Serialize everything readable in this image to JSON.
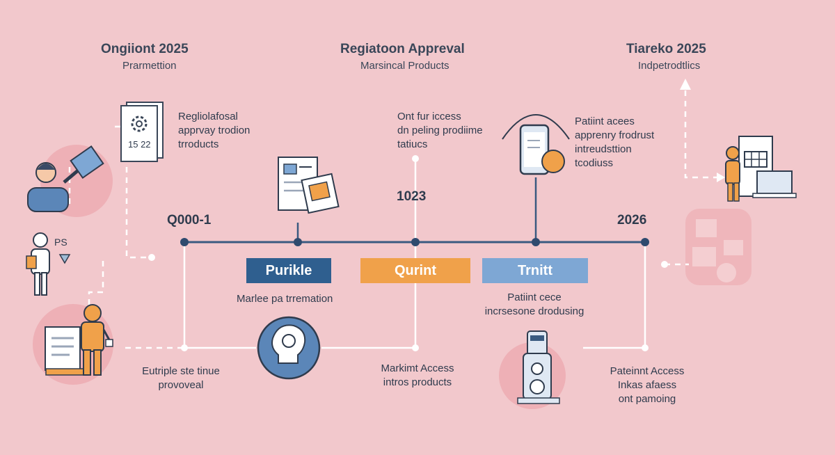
{
  "columns": {
    "left": {
      "title": "Ongiiont 2025",
      "subtitle": "Prarmettion"
    },
    "center": {
      "title": "Regiatoon Appreval",
      "subtitle": "Marsincal Products"
    },
    "right": {
      "title": "Tiareko 2025",
      "subtitle": "Indpetrodtlics"
    }
  },
  "notes": {
    "n1": [
      "Regliolafosal",
      "apprvay trodion",
      "trroducts"
    ],
    "n2": [
      "Ont fur iccess",
      "dn peling prodiime",
      "tatiucs"
    ],
    "n3": [
      "Patiint acees",
      "apprenry frodrust",
      "intreudsttion",
      "tcodiuss"
    ],
    "n4": [
      "Marlee pa trremation"
    ],
    "n5": [
      "Patiint cece",
      "incrsesone drodusing"
    ],
    "n6": [
      "Eutriple ste tinue",
      "provoveal"
    ],
    "n7": [
      "Markimt Access",
      "intros products"
    ],
    "n8": [
      "Pateinnt Access",
      "Inkas afaess",
      "ont pamoing"
    ]
  },
  "years": {
    "y1": "Q000-1",
    "y2": "1023",
    "y3": "2026"
  },
  "doc_badge": "15 22",
  "sign_label": "PS",
  "phases": [
    {
      "label": "Purikle",
      "color": "#2f5f8f"
    },
    {
      "label": "Qurint",
      "color": "#f0a14a"
    },
    {
      "label": "Trnitt",
      "color": "#7ea7d4"
    }
  ],
  "colors": {
    "background": "#f2c8cc",
    "navy": "#2f5f8f",
    "orange": "#f0a14a",
    "lightblue": "#7ea7d4",
    "line": "#ffffff",
    "blob": "#e8a6ac"
  }
}
